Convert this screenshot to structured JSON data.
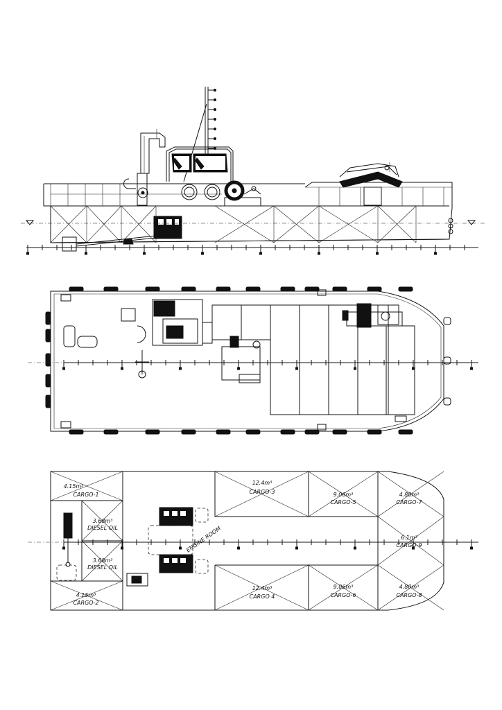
{
  "tanks": {
    "cargo1": {
      "volume": "4.15m³",
      "name": "CARGO-1"
    },
    "cargo2": {
      "volume": "4.15m³",
      "name": "CARGO-2"
    },
    "diesel_top": {
      "volume": "3.68m³",
      "name": "DIESEL OIL"
    },
    "diesel_bottom": {
      "volume": "3.68m³",
      "name": "DIESEL OIL"
    },
    "cargo3": {
      "volume": "12.4m³",
      "name": "CARGO-3"
    },
    "cargo4": {
      "volume": "12.4m³",
      "name": "CARGO 4"
    },
    "cargo5": {
      "volume": "9.06m³",
      "name": "CARGO-5"
    },
    "cargo6": {
      "volume": "9.06m³",
      "name": "CARGO-6"
    },
    "cargo7": {
      "volume": "4.80m³",
      "name": "CARGO-7"
    },
    "cargo8": {
      "volume": "4.80m³",
      "name": "CARGO-8"
    },
    "cargo9": {
      "volume": "6.1m³",
      "name": "CARGO-9"
    }
  },
  "engine_room_label": "ENGINE ROOM"
}
